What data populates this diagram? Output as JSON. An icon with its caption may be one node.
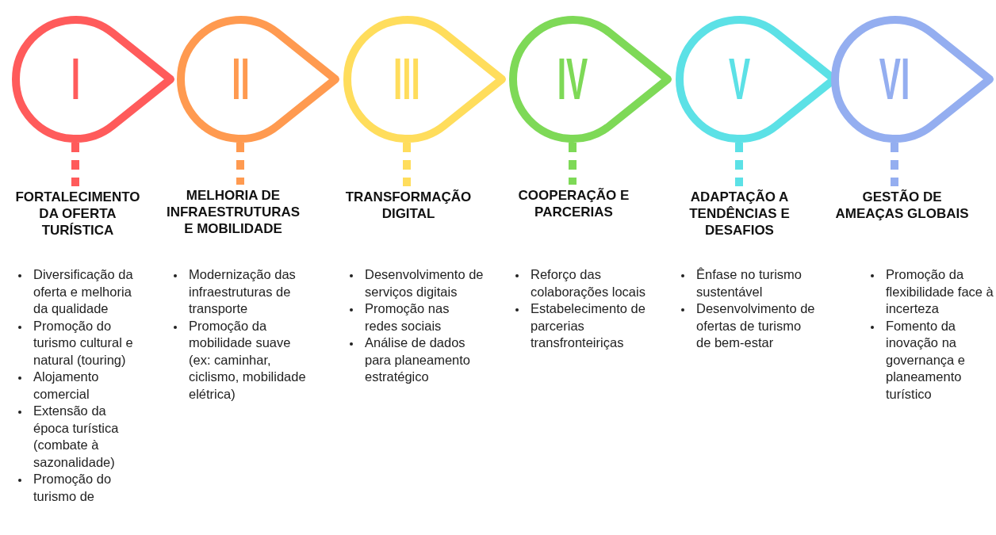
{
  "diagram": {
    "nodes": [
      {
        "text": [
          "I"
        ]
      },
      {
        "text": [
          "II"
        ]
      },
      {
        "text": [
          "III"
        ]
      },
      {
        "text": [
          "IV"
        ]
      },
      {
        "text": [
          "V"
        ]
      },
      {
        "text": [
          "VI"
        ]
      },
      {
        "text": [
          "FORTALECIMENTO DA OFERTA TURÍSTICA",
          "Diversificação da oferta e melhoria da qualidade",
          "Promoção do turismo cultural e natural (touring)",
          "Alojamento comercial",
          "Extensão da época turística (combate à sazonalidade)",
          "Promoção do turismo de"
        ]
      },
      {
        "text": [
          "MELHORIA DE INFRAESTRUTURAS E MOBILIDADE",
          "Modernização das infraestruturas de transporte",
          "Promoção da mobilidade suave (ex: caminhar, ciclismo, mobilidade elétrica)"
        ]
      },
      {
        "text": [
          "TRANSFORMAÇÃO DIGITAL",
          "Desenvolvimento de serviços digitais",
          "Promoção nas redes sociais",
          "Análise de dados para planeamento estratégico"
        ]
      },
      {
        "text": [
          "COOPERAÇÃO E PARCERIAS",
          "Reforço das colaborações locais",
          "Estabelecimento de parcerias transfronteiriças"
        ]
      },
      {
        "text": [
          "ADAPTAÇÃO A TENDÊNCIAS E DESAFIOS",
          "Ênfase no turismo sustentável",
          "Desenvolvimento de ofertas de turismo de bem-estar"
        ]
      },
      {
        "text": [
          "GESTÃO DE AMEAÇAS GLOBAIS",
          "Promoção da flexibilidade face à incerteza",
          "Fomento da inovação na governança e planeamento turístico"
        ]
      }
    ],
    "edges": [
      {
        "from": 0,
        "to": 6,
        "arrow": "none",
        "style": "dashed",
        "color": "#ff5b5b"
      },
      {
        "from": 1,
        "to": 7,
        "arrow": "none",
        "style": "dashed",
        "color": "#ff9a50"
      },
      {
        "from": 2,
        "to": 8,
        "arrow": "none",
        "style": "dashed",
        "color": "#ffdd5c"
      },
      {
        "from": 3,
        "to": 9,
        "arrow": "none",
        "style": "dashed",
        "color": "#7ed957"
      },
      {
        "from": 4,
        "to": 10,
        "arrow": "none",
        "style": "dashed",
        "color": "#5ce1e6"
      },
      {
        "from": 5,
        "to": 11,
        "arrow": "none",
        "style": "dashed",
        "color": "#94aef0"
      }
    ]
  }
}
